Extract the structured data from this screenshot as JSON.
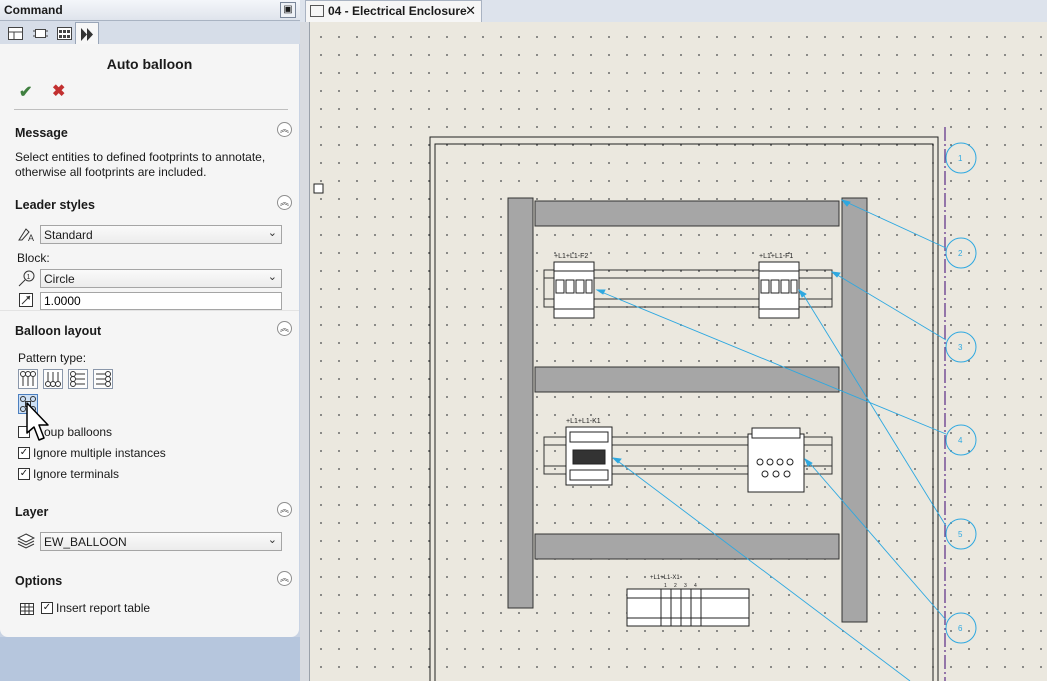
{
  "command_panel": {
    "title": "Command",
    "pin_icon": "pin-icon",
    "tabs": [
      "feature-tree-icon",
      "properties-icon",
      "layers-icon",
      "command-icon"
    ],
    "panel_title": "Auto balloon",
    "ok_icon": "check-icon",
    "cancel_icon": "close-icon",
    "message": {
      "header": "Message",
      "text": "Select entities to defined footprints to annotate, otherwise all footprints are included."
    },
    "leader_styles": {
      "header": "Leader styles",
      "style_value": "Standard",
      "block_label": "Block:",
      "block_value": "Circle",
      "scale_value": "1.0000"
    },
    "balloon_layout": {
      "header": "Balloon layout",
      "pattern_label": "Pattern type:",
      "group_balloons_label": "Group balloons",
      "group_balloons_visible": "oup balloons",
      "ignore_multiple_label": "Ignore multiple instances",
      "ignore_terminals_label": "Ignore terminals",
      "group_balloons_checked": false,
      "ignore_multiple_checked": true,
      "ignore_terminals_checked": true
    },
    "layer": {
      "header": "Layer",
      "value": "EW_BALLOON"
    },
    "options": {
      "header": "Options",
      "insert_report_label": "Insert report table",
      "insert_report_checked": true
    }
  },
  "document": {
    "tab_label": "04 - Electrical Enclosure",
    "close_icon": "close-icon",
    "labels": {
      "f2": "+L1+L1-F2",
      "f1": "+L1+L1-F1",
      "k1": "+L1+L1-K1",
      "x1": "+L1+L1-X1"
    },
    "terminal_numbers": [
      "1",
      "2",
      "3",
      "4"
    ],
    "balloons": [
      "1",
      "2",
      "3",
      "4",
      "5",
      "6"
    ]
  },
  "colors": {
    "leader": "#2ea8e0",
    "balloon": "#2ea8e0",
    "centerline": "#5b2a86",
    "canvas": "#ebe8df"
  }
}
